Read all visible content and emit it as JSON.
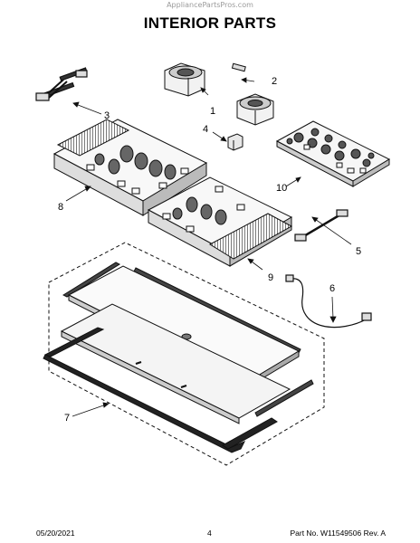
{
  "watermark": "AppliancePartsPros.com",
  "title": "INTERIOR PARTS",
  "callouts": [
    "1",
    "2",
    "3",
    "4",
    "5",
    "6",
    "7",
    "8",
    "9",
    "10"
  ],
  "footer": {
    "date": "05/20/2021",
    "page": "4",
    "part_number": "Part No.  W11549506  Rev. A"
  }
}
